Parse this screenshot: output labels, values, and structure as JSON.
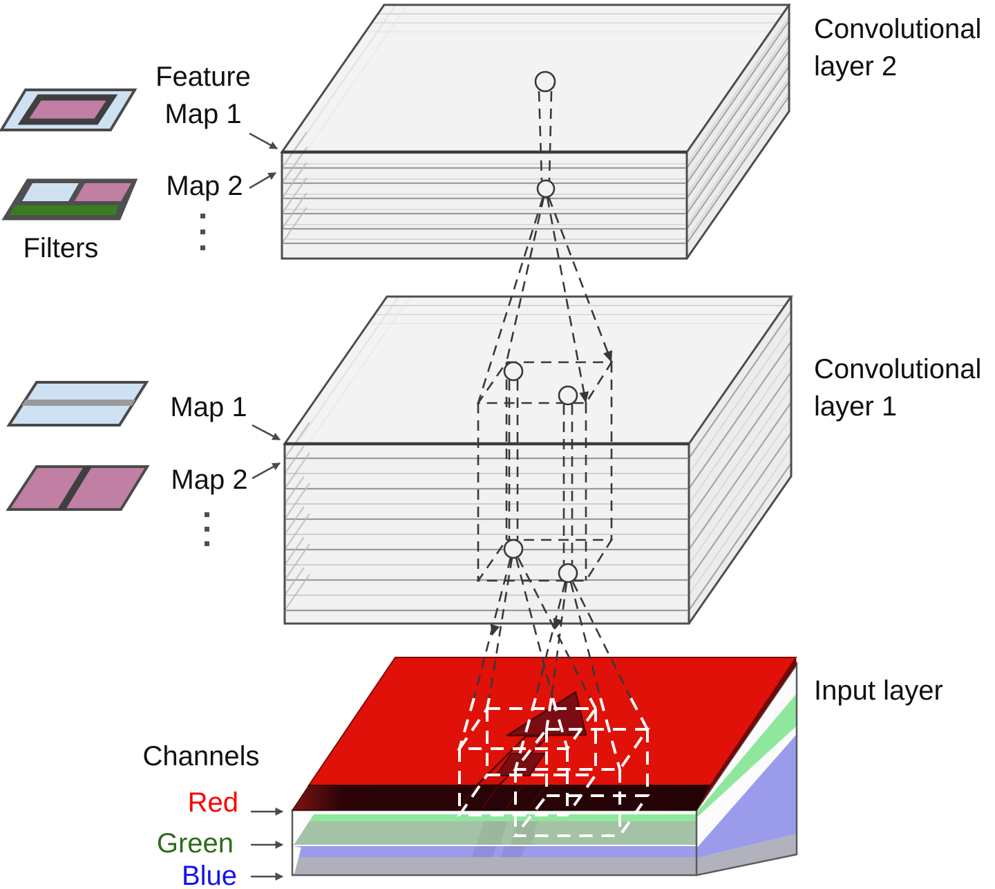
{
  "labels": {
    "feature_map_line1": "Feature",
    "feature_map_line2": "Map 1",
    "conv2_map2": "Map 2",
    "filters": "Filters",
    "conv1_map1": "Map 1",
    "conv1_map2": "Map 2",
    "conv2_title_line1": "Convolutional",
    "conv2_title_line2": "layer 2",
    "conv1_title_line1": "Convolutional",
    "conv1_title_line2": "layer 1",
    "input_title": "Input layer",
    "channels_title": "Channels",
    "channel_red": "Red",
    "channel_green": "Green",
    "channel_blue": "Blue"
  },
  "colors": {
    "channel_red_text": "#FA0202",
    "channel_green_text": "#2F6C1B",
    "channel_blue_text": "#1313F0",
    "input_red_face": "#E01108",
    "input_red_front_dark": "#2C0407",
    "input_green_sheet": "#8FE79E",
    "input_blue_sheet": "#9B9BEB",
    "input_bottom_gray": "#B0B0BB",
    "map_sheet_blue": "#CEE1F2",
    "map_sheet_pink": "#C07FA3",
    "filter_green": "#3A7D20",
    "box_face_gray": "#F2F2F2",
    "outline_gray": "#4D4D4D",
    "dashed_dark": "#383838",
    "dashed_white": "#FFFFFF"
  }
}
